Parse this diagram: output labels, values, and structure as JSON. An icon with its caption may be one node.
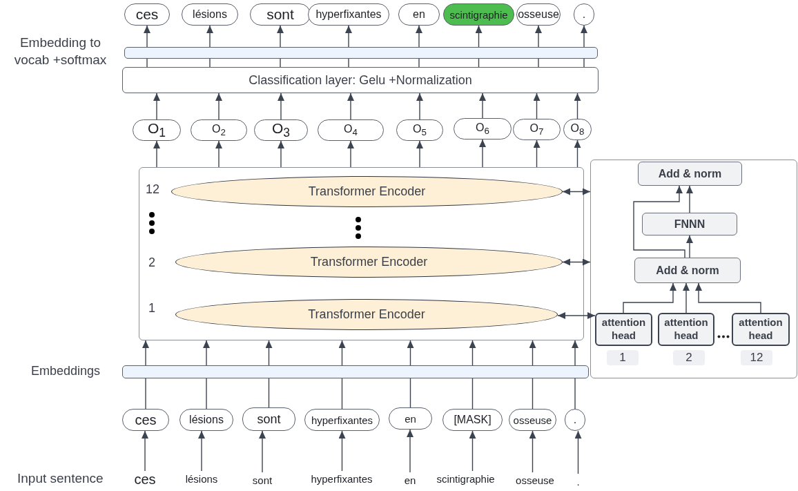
{
  "diagram": {
    "nodes": [
      {
        "text": [
          "ces"
        ]
      },
      {
        "text": [
          "lésions"
        ]
      },
      {
        "text": [
          "sont"
        ]
      },
      {
        "text": [
          "hyperfixantes"
        ]
      },
      {
        "text": [
          "en"
        ]
      },
      {
        "text": [
          "scintigraphie"
        ]
      },
      {
        "text": [
          "osseuse"
        ]
      },
      {
        "text": [
          "."
        ]
      },
      {
        "text": [],
        "shape": "bar",
        "beside": [
          "Embedding to vocab +softmax"
        ]
      },
      {
        "text": [
          "Classification layer: Gelu +Normalization"
        ]
      },
      {
        "text": [
          "O$_{1}$"
        ]
      },
      {
        "text": [
          "O$_{2}$"
        ]
      },
      {
        "text": [
          "O$_{3}$"
        ]
      },
      {
        "text": [
          "O$_{4}$"
        ]
      },
      {
        "text": [
          "O$_{5}$"
        ]
      },
      {
        "text": [
          "O$_{6}$"
        ]
      },
      {
        "text": [
          "O$_{7}$"
        ]
      },
      {
        "text": [
          "O$_{8}$"
        ]
      },
      {
        "text": [],
        "shape": "box"
      },
      {
        "text": [
          "Transformer Encoder"
        ],
        "in": 18,
        "beside": [
          "12"
        ]
      },
      {
        "text": [
          "Transformer Encoder"
        ],
        "in": 18,
        "beside": [
          "2"
        ]
      },
      {
        "text": [
          "Transformer Encoder"
        ],
        "in": 18,
        "beside": [
          "1"
        ]
      },
      {
        "text": [],
        "shape": "bar",
        "beside": [
          "Embeddings"
        ]
      },
      {
        "text": [
          "ces"
        ]
      },
      {
        "text": [
          "lésions"
        ]
      },
      {
        "text": [
          "sont"
        ]
      },
      {
        "text": [
          "hyperfixantes"
        ]
      },
      {
        "text": [
          "en"
        ]
      },
      {
        "text": [
          "[MASK]"
        ]
      },
      {
        "text": [
          "osseuse"
        ]
      },
      {
        "text": [
          "."
        ]
      },
      {
        "text": [
          "ces"
        ]
      },
      {
        "text": [
          "lésions"
        ]
      },
      {
        "text": [
          "sont"
        ]
      },
      {
        "text": [
          "hyperfixantes"
        ]
      },
      {
        "text": [
          "en"
        ]
      },
      {
        "text": [
          "scintigraphie"
        ]
      },
      {
        "text": [
          "osseuse"
        ]
      },
      {
        "text": [
          "."
        ]
      },
      {
        "text": [],
        "shape": "box"
      },
      {
        "text": [
          "Add & norm"
        ],
        "in": 39
      },
      {
        "text": [
          "FNNN"
        ],
        "in": 39
      },
      {
        "text": [
          "Add & norm"
        ],
        "in": 39
      },
      {
        "text": [
          "attention head"
        ],
        "in": 39,
        "beside": [
          "1"
        ]
      },
      {
        "text": [
          "attention head"
        ],
        "in": 39,
        "beside": [
          "2"
        ]
      },
      {
        "text": [
          "attention head"
        ],
        "in": 39,
        "beside": [
          "12"
        ]
      }
    ],
    "edges": [
      {
        "from": 31,
        "to": 23,
        "arrow": "to"
      },
      {
        "from": 32,
        "to": 24,
        "arrow": "to"
      },
      {
        "from": 33,
        "to": 25,
        "arrow": "to"
      },
      {
        "from": 34,
        "to": 26,
        "arrow": "to"
      },
      {
        "from": 35,
        "to": 27,
        "arrow": "to"
      },
      {
        "from": 36,
        "to": 28,
        "arrow": "to"
      },
      {
        "from": 37,
        "to": 29,
        "arrow": "to"
      },
      {
        "from": 38,
        "to": 30,
        "arrow": "to"
      },
      {
        "from": 23,
        "to": 22,
        "arrow": "none"
      },
      {
        "from": 24,
        "to": 22,
        "arrow": "none"
      },
      {
        "from": 25,
        "to": 22,
        "arrow": "none"
      },
      {
        "from": 26,
        "to": 22,
        "arrow": "none"
      },
      {
        "from": 27,
        "to": 22,
        "arrow": "none"
      },
      {
        "from": 28,
        "to": 22,
        "arrow": "none"
      },
      {
        "from": 29,
        "to": 22,
        "arrow": "none"
      },
      {
        "from": 30,
        "to": 22,
        "arrow": "none"
      },
      {
        "from": 22,
        "to": 18,
        "arrow": "to"
      },
      {
        "from": 22,
        "to": 18,
        "arrow": "to"
      },
      {
        "from": 22,
        "to": 18,
        "arrow": "to"
      },
      {
        "from": 22,
        "to": 18,
        "arrow": "to"
      },
      {
        "from": 22,
        "to": 18,
        "arrow": "to"
      },
      {
        "from": 22,
        "to": 18,
        "arrow": "to"
      },
      {
        "from": 22,
        "to": 18,
        "arrow": "to"
      },
      {
        "from": 22,
        "to": 18,
        "arrow": "to"
      },
      {
        "from": 18,
        "to": 10,
        "arrow": "to"
      },
      {
        "from": 18,
        "to": 11,
        "arrow": "to"
      },
      {
        "from": 18,
        "to": 12,
        "arrow": "to"
      },
      {
        "from": 18,
        "to": 13,
        "arrow": "to"
      },
      {
        "from": 18,
        "to": 14,
        "arrow": "to"
      },
      {
        "from": 18,
        "to": 15,
        "arrow": "to"
      },
      {
        "from": 18,
        "to": 16,
        "arrow": "to"
      },
      {
        "from": 18,
        "to": 17,
        "arrow": "to"
      },
      {
        "from": 10,
        "to": 9,
        "arrow": "to"
      },
      {
        "from": 11,
        "to": 9,
        "arrow": "to"
      },
      {
        "from": 12,
        "to": 9,
        "arrow": "to"
      },
      {
        "from": 13,
        "to": 9,
        "arrow": "to"
      },
      {
        "from": 14,
        "to": 9,
        "arrow": "to"
      },
      {
        "from": 15,
        "to": 9,
        "arrow": "to"
      },
      {
        "from": 16,
        "to": 9,
        "arrow": "to"
      },
      {
        "from": 17,
        "to": 9,
        "arrow": "to"
      },
      {
        "from": 9,
        "to": 8,
        "arrow": "none"
      },
      {
        "from": 9,
        "to": 8,
        "arrow": "none"
      },
      {
        "from": 9,
        "to": 8,
        "arrow": "none"
      },
      {
        "from": 9,
        "to": 8,
        "arrow": "none"
      },
      {
        "from": 9,
        "to": 8,
        "arrow": "none"
      },
      {
        "from": 9,
        "to": 8,
        "arrow": "none"
      },
      {
        "from": 9,
        "to": 8,
        "arrow": "none"
      },
      {
        "from": 9,
        "to": 8,
        "arrow": "none"
      },
      {
        "from": 8,
        "to": 0,
        "arrow": "to"
      },
      {
        "from": 8,
        "to": 1,
        "arrow": "to"
      },
      {
        "from": 8,
        "to": 2,
        "arrow": "to"
      },
      {
        "from": 8,
        "to": 3,
        "arrow": "to"
      },
      {
        "from": 8,
        "to": 4,
        "arrow": "to"
      },
      {
        "from": 8,
        "to": 5,
        "arrow": "to"
      },
      {
        "from": 8,
        "to": 6,
        "arrow": "to"
      },
      {
        "from": 8,
        "to": 7,
        "arrow": "to"
      },
      {
        "from": 19,
        "to": 39,
        "arrow": "both"
      },
      {
        "from": 20,
        "to": 39,
        "arrow": "both"
      },
      {
        "from": 21,
        "to": 43,
        "arrow": "both"
      },
      {
        "from": 43,
        "to": 42,
        "arrow": "to"
      },
      {
        "from": 44,
        "to": 42,
        "arrow": "to"
      },
      {
        "from": 45,
        "to": 42,
        "arrow": "to"
      },
      {
        "from": 42,
        "to": 41,
        "arrow": "to"
      },
      {
        "from": 41,
        "to": 40,
        "arrow": "to"
      },
      {
        "from": 42,
        "to": 40,
        "arrow": "to"
      }
    ],
    "labels": [
      "Input sentence"
    ]
  }
}
